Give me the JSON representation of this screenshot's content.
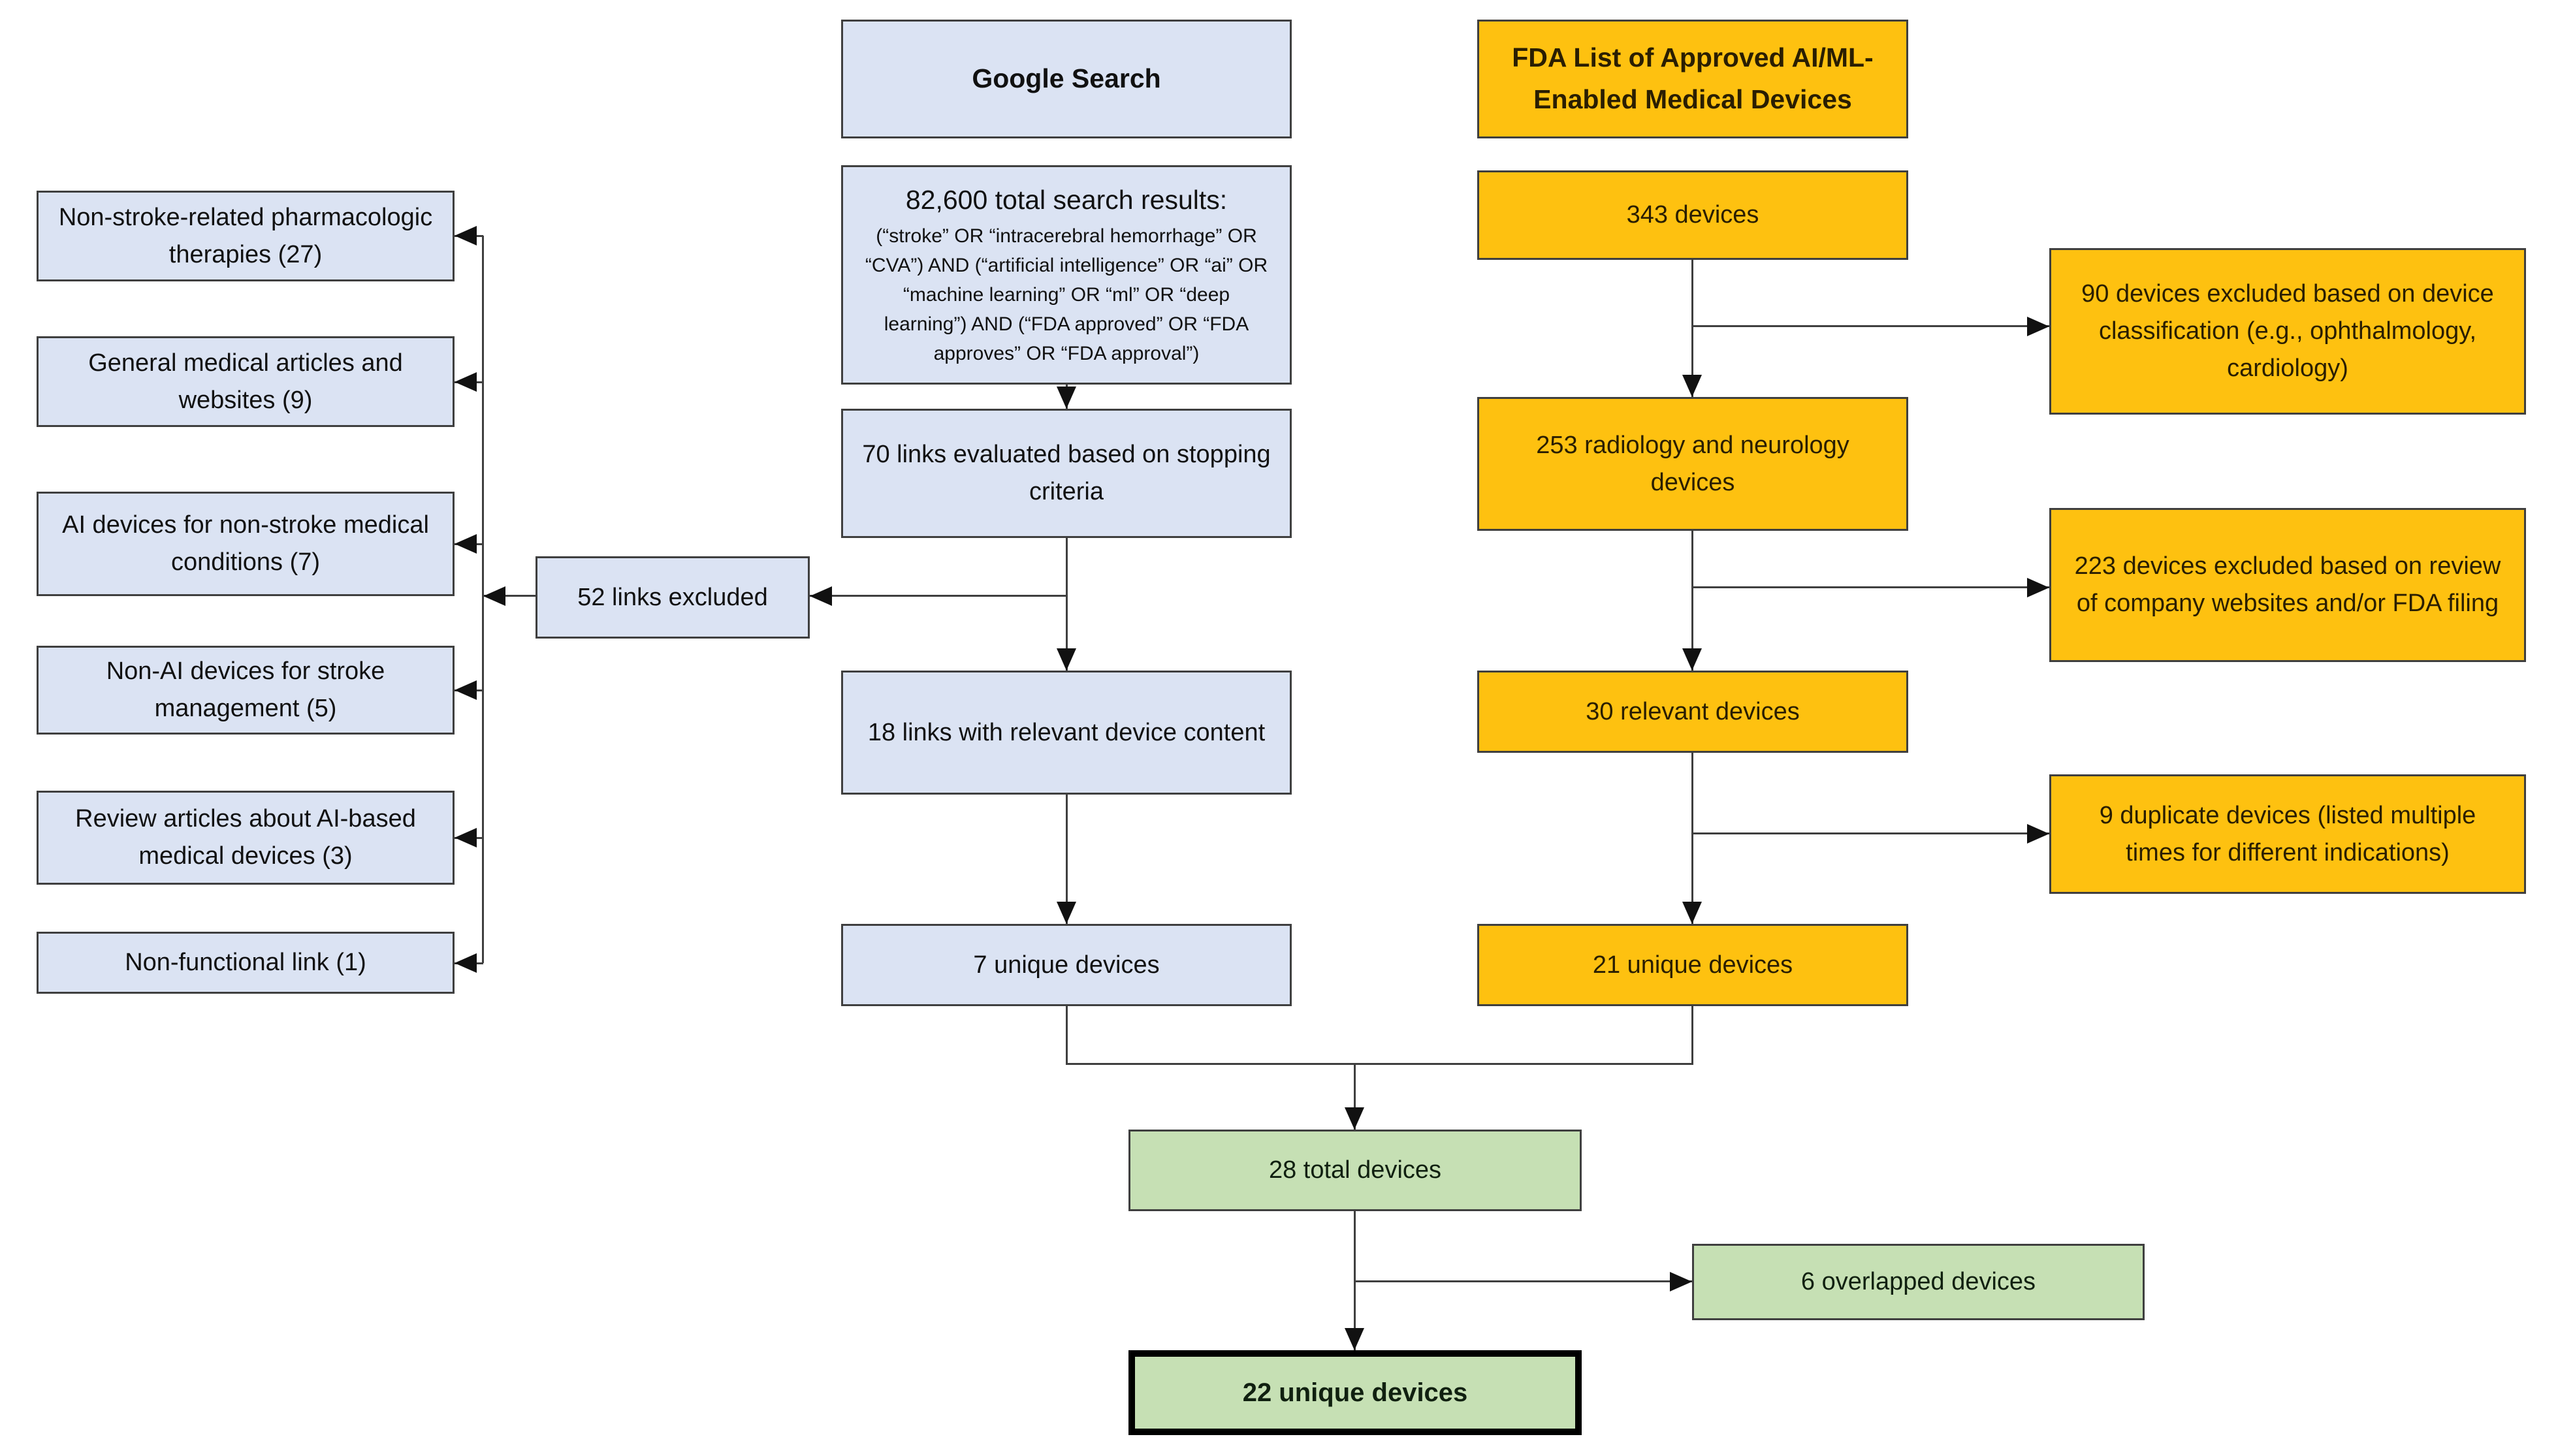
{
  "google": {
    "header": "Google Search",
    "results_title": "82,600 total search results:",
    "results_query": "(“stroke” OR “intracerebral hemorrhage” OR “CVA”) AND (“artificial intelligence” OR “ai” OR “machine learning” OR “ml” OR “deep learning”) AND (“FDA approved” OR “FDA approves” OR “FDA approval”)",
    "links_evaluated": "70 links evaluated based on stopping criteria",
    "links_excluded": "52 links excluded",
    "links_relevant": "18 links with relevant device content",
    "unique_devices": "7 unique devices",
    "exclusion_reasons": [
      "Non-stroke-related pharmacologic therapies (27)",
      "General medical articles and websites (9)",
      "AI devices for non-stroke medical conditions (7)",
      "Non-AI devices for stroke management (5)",
      "Review articles about AI-based medical devices (3)",
      "Non-functional link (1)"
    ]
  },
  "fda": {
    "header": "FDA List of Approved AI/ML-Enabled Medical Devices",
    "total": "343 devices",
    "excluded_classification": "90 devices excluded based on device classification (e.g., ophthalmology, cardiology)",
    "radiology_neurology": "253 radiology and neurology devices",
    "excluded_review": "223 devices excluded based on review of company websites and/or FDA filing",
    "relevant": "30 relevant devices",
    "duplicates": "9 duplicate devices (listed multiple times for different indications)",
    "unique_devices": "21 unique devices"
  },
  "combined": {
    "total": "28 total devices",
    "overlapped": "6 overlapped devices",
    "final_unique": "22 unique devices"
  },
  "colors": {
    "google_box": "#dbe3f3",
    "fda_box": "#fec110",
    "combined_box": "#c6e0b4",
    "border": "#3f3f3f",
    "connector": "#3f3f3f",
    "arrow": "#111111",
    "text": "#111111"
  }
}
